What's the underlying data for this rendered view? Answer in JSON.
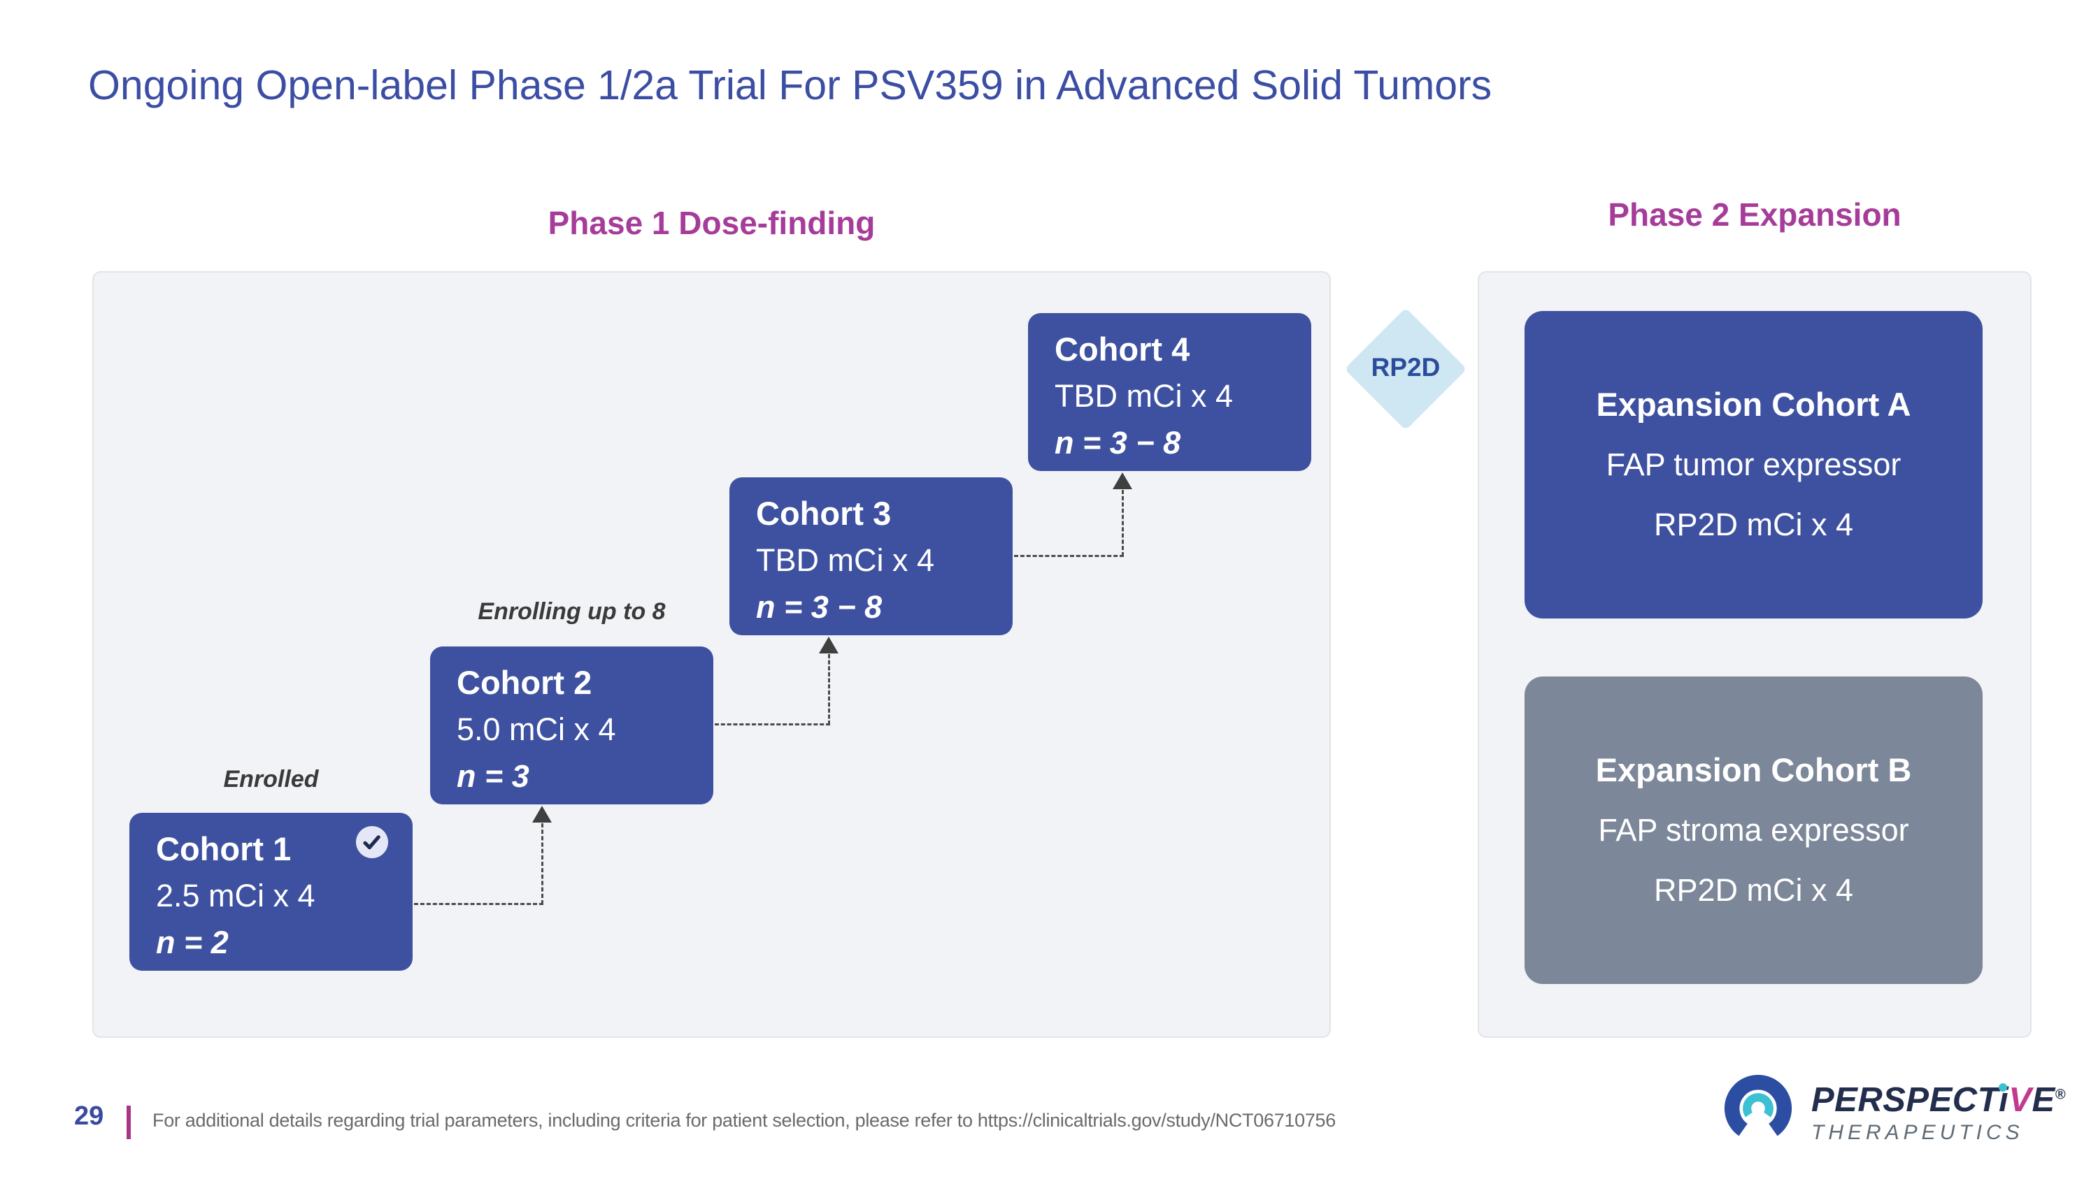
{
  "palette": {
    "title_blue": "#3B4EA3",
    "accent_magenta": "#A63C99",
    "cohort_blue": "#3E51A0",
    "expansion_gray": "#7C8799",
    "diamond_blue": "#CEE7F2",
    "footer_bar_magenta": "#A93587",
    "logo_navy": "#232E4D",
    "logo_teal": "#3BC0D4",
    "logo_blue": "#2B4EA2",
    "logo_magenta": "#C23A8F"
  },
  "slide": {
    "title": "Ongoing Open-label Phase 1/2a Trial For PSV359 in Advanced Solid Tumors"
  },
  "phase1": {
    "heading": "Phase 1 Dose-finding",
    "cohorts": [
      {
        "name": "Cohort 1",
        "dose": "2.5 mCi x 4",
        "n": "n = 2",
        "label": "Enrolled",
        "completed": true
      },
      {
        "name": "Cohort 2",
        "dose": "5.0 mCi x 4",
        "n": "n = 3",
        "label": "Enrolling up to 8"
      },
      {
        "name": "Cohort 3",
        "dose": "TBD mCi x 4",
        "n": "n = 3 − 8"
      },
      {
        "name": "Cohort 4",
        "dose": "TBD mCi x 4",
        "n": "n = 3 − 8"
      }
    ]
  },
  "rp2d": {
    "label": "RP2D"
  },
  "phase2": {
    "heading": "Phase 2 Expansion",
    "cohorts": [
      {
        "name": "Expansion Cohort A",
        "criteria": "FAP tumor expressor",
        "dose": "RP2D mCi x 4"
      },
      {
        "name": "Expansion Cohort B",
        "criteria": "FAP stroma expressor",
        "dose": "RP2D mCi x 4"
      }
    ]
  },
  "footer": {
    "page_number": "29",
    "note": "For additional details regarding trial parameters, including criteria for patient selection, please refer to https://clinicaltrials.gov/study/NCT06710756"
  },
  "logo": {
    "brand_prefix": "PERSPECT",
    "brand_i": "i",
    "brand_v": "V",
    "brand_suffix": "E",
    "registered": "®",
    "tagline": "THERAPEUTICS"
  }
}
